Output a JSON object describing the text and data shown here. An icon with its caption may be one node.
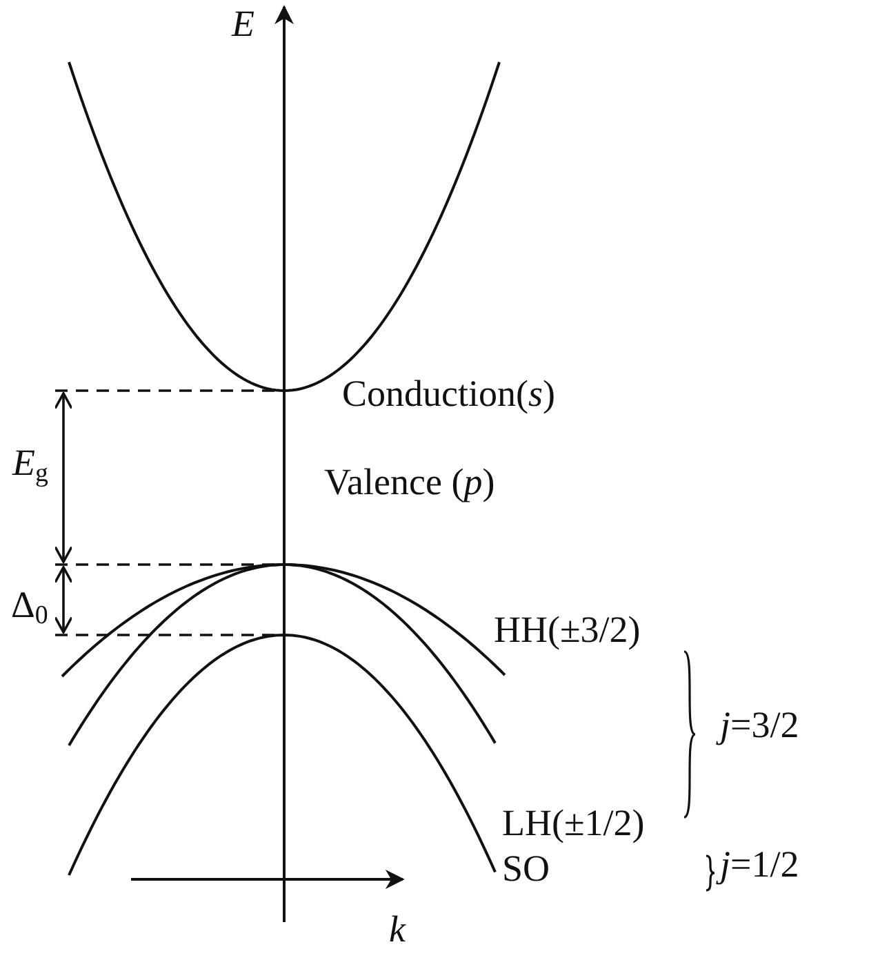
{
  "diagram": {
    "labels": [
      "E",
      "Conduction(*s*)",
      "*E*$_{g}$",
      "Valence (*p*)",
      "Δ$_{0}$",
      "HH(±3/2)",
      "*j*=3/2",
      "LH(±1/2)",
      "SO",
      "*j*=1/2",
      "k"
    ]
  }
}
